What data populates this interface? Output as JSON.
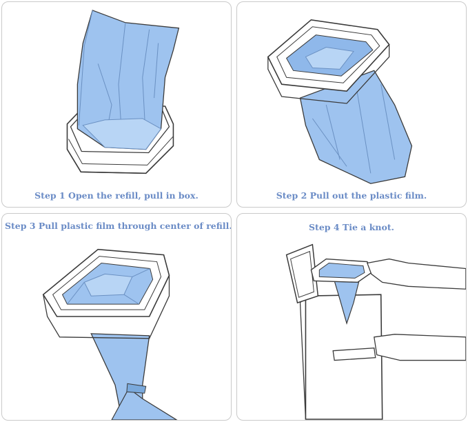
{
  "colors": {
    "caption": "#6b8cc6",
    "bag": "#9ec3ef",
    "bag_dark": "#7aa9dc",
    "line": "#3a3a3a"
  },
  "steps": [
    {
      "caption": "Step 1  Open the refill, pull in box."
    },
    {
      "caption": "Step 2  Pull out the plastic film."
    },
    {
      "caption": "Step 3  Pull plastic film through center of refill."
    },
    {
      "caption": "Step 4  Tie a knot."
    }
  ]
}
